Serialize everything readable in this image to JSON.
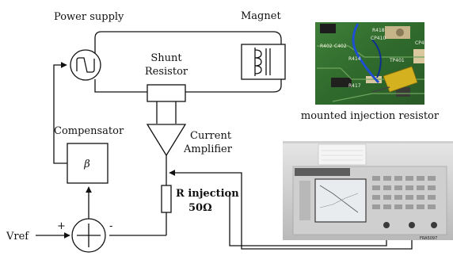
{
  "labels": {
    "power_supply": "Power supply",
    "magnet": "Magnet",
    "shunt_resistor_line1": "Shunt",
    "shunt_resistor_line2": "Resistor",
    "current_amplifier_line1": "Current",
    "current_amplifier_line2": "Amplifier",
    "compensator": "Compensator",
    "beta": "β",
    "r_injection_line1": "R injection",
    "r_injection_line2": "50Ω",
    "vref": "Vref",
    "plus": "+",
    "minus": "-",
    "photo_caption": "mounted injection resistor"
  },
  "pcb_photo": {
    "silkscreen": [
      "R418",
      "CP410",
      "R402",
      "C402",
      "R414",
      "TP401",
      "CP4",
      "R417"
    ]
  },
  "analyzer_photo": {
    "model_label": "FRA5097"
  }
}
